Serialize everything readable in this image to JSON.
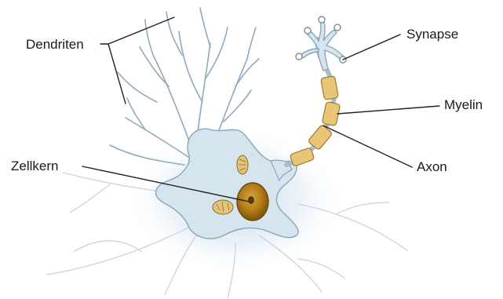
{
  "labels": {
    "dendriten": "Dendriten",
    "zellkern": "Zellkern",
    "synapse": "Synapse",
    "myelin": "Myelin",
    "axon": "Axon"
  },
  "colors": {
    "cell_body": "#d3e2ec",
    "cell_outline": "#8aa6bb",
    "glow": "#c5d8ea",
    "nucleus": "#b47d14",
    "nucleus_outline": "#6b4a0e",
    "myelin": "#e6c274",
    "myelin_outline": "#a07a2c",
    "leader_line": "#222222"
  }
}
